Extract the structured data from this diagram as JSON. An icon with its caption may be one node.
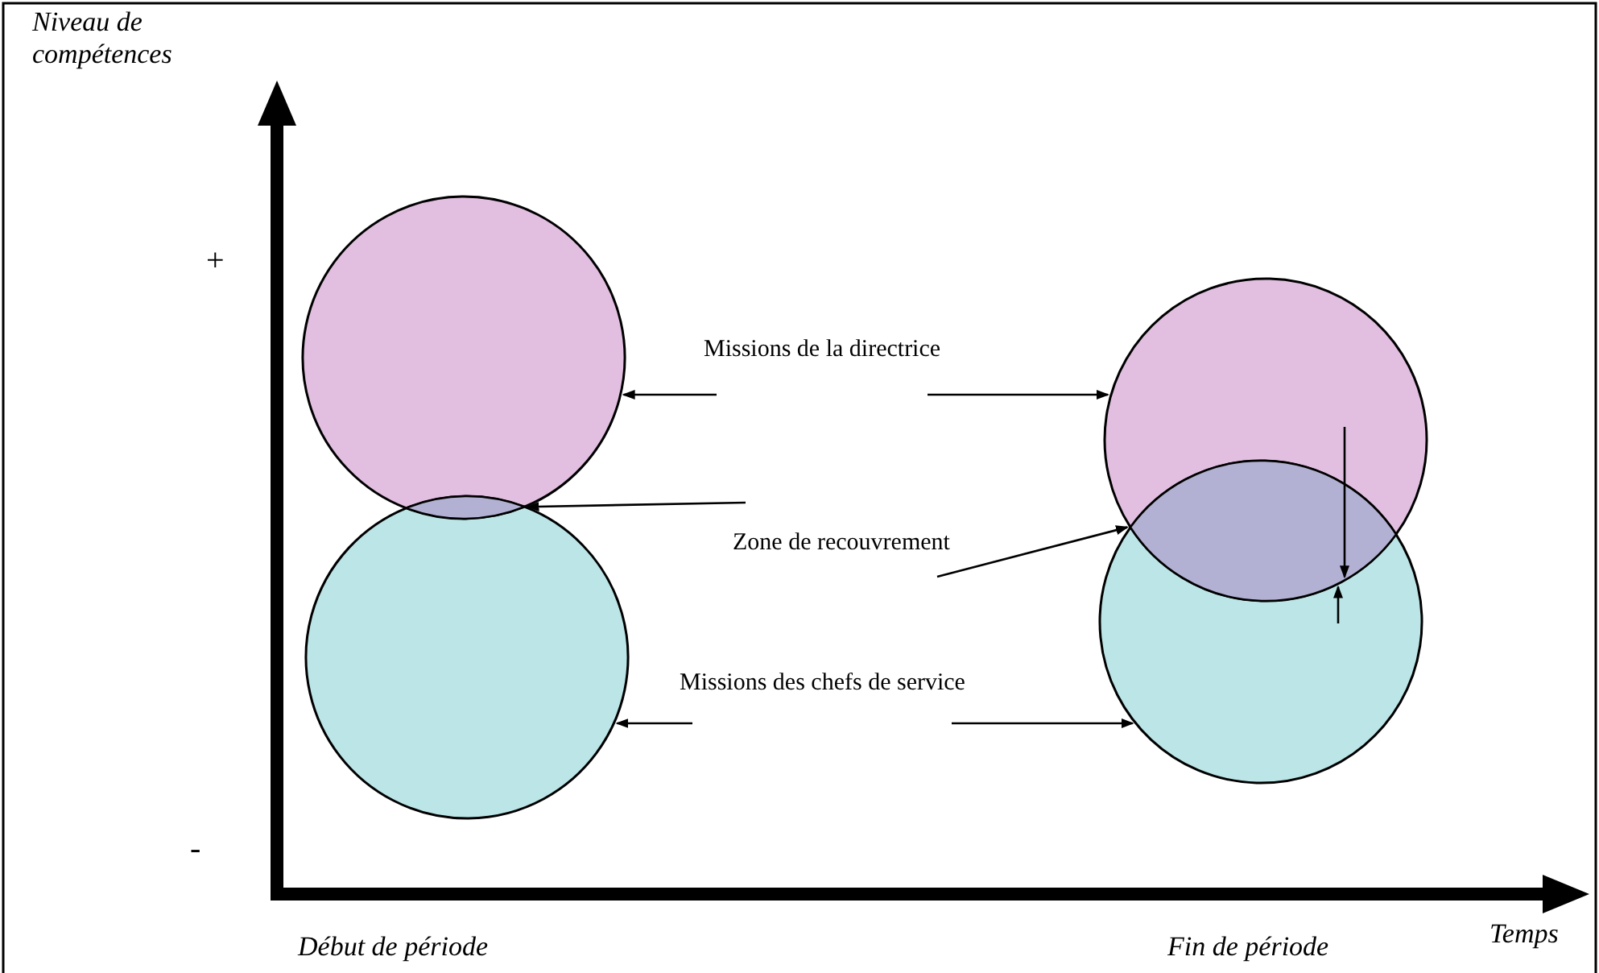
{
  "diagram": {
    "nodes": [
      {
        "text": [
          "Missions de la directrice"
        ]
      },
      {
        "text": [
          "Zone de recouvrement"
        ]
      },
      {
        "text": [
          "Missions des chefs de service"
        ]
      },
      {
        "text": [],
        "shape": "circle"
      },
      {
        "text": [],
        "shape": "circle"
      },
      {
        "text": [],
        "shape": "lens"
      },
      {
        "text": [],
        "shape": "circle"
      },
      {
        "text": [],
        "shape": "circle"
      },
      {
        "text": [],
        "shape": "lens"
      }
    ],
    "edges": [
      {
        "from": 0,
        "to": 3,
        "arrow": "to"
      },
      {
        "from": 0,
        "to": 6,
        "arrow": "to"
      },
      {
        "from": 1,
        "to": 5,
        "arrow": "to"
      },
      {
        "from": 1,
        "to": 8,
        "arrow": "to"
      },
      {
        "from": 2,
        "to": 4,
        "arrow": "to"
      },
      {
        "from": 2,
        "to": 7,
        "arrow": "to"
      },
      {
        "from": 6,
        "to": 8,
        "arrow": "to"
      },
      {
        "from": 7,
        "to": 8,
        "arrow": "to"
      }
    ],
    "labels": [
      "Niveau de compétences",
      "+",
      "-",
      "Début de période",
      "Fin de période",
      "Temps"
    ]
  }
}
